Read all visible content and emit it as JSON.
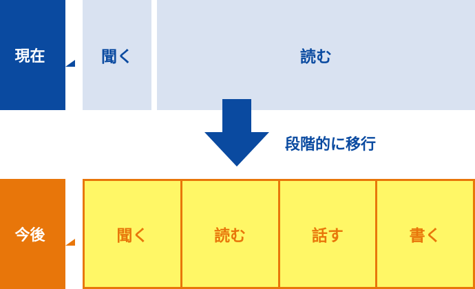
{
  "current": {
    "label": "現在",
    "skills": [
      "聞く",
      "読む"
    ]
  },
  "transition": {
    "label": "段階的に移行"
  },
  "future": {
    "label": "今後",
    "skills": [
      "聞く",
      "読む",
      "話す",
      "書く"
    ]
  },
  "colors": {
    "current_accent": "#0a4aa0",
    "current_fill": "#d9e2f1",
    "future_accent": "#e8760a",
    "future_fill": "#fff766"
  },
  "icons": {
    "arrow": "down-arrow-icon"
  }
}
